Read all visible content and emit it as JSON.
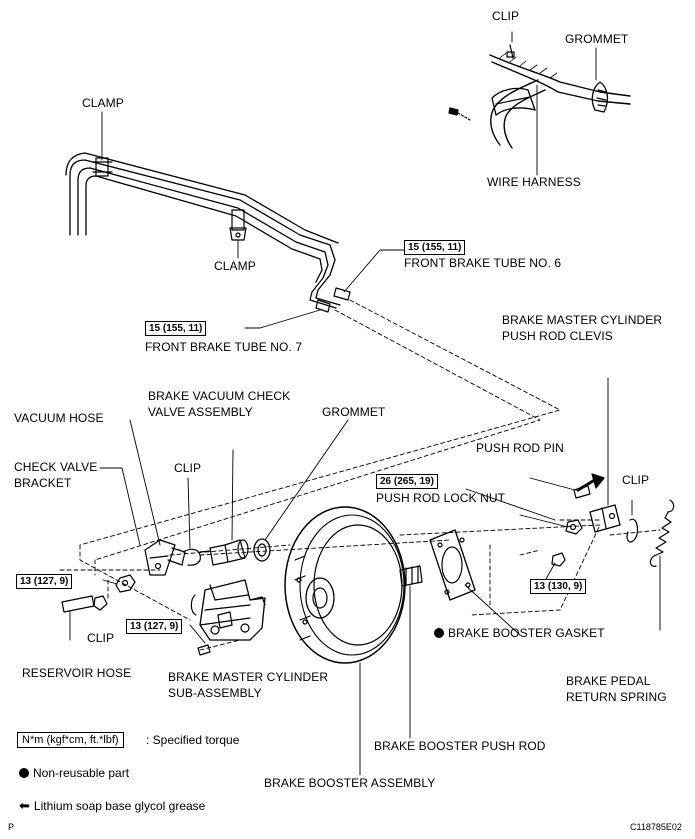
{
  "labels": {
    "clip_top": "CLIP",
    "grommet_top": "GROMMET",
    "wire_harness": "WIRE HARNESS",
    "clamp_1": "CLAMP",
    "clamp_2": "CLAMP",
    "front_brake_tube_6": "FRONT BRAKE TUBE NO. 6",
    "front_brake_tube_7": "FRONT BRAKE TUBE NO. 7",
    "push_rod_clevis_line1": "BRAKE MASTER CYLINDER",
    "push_rod_clevis_line2": "PUSH ROD CLEVIS",
    "check_valve_assy_line1": "BRAKE VACUUM CHECK",
    "check_valve_assy_line2": "VALVE ASSEMBLY",
    "vacuum_hose": "VACUUM HOSE",
    "grommet_mid": "GROMMET",
    "push_rod_pin": "PUSH ROD PIN",
    "check_valve_bracket_line1": "CHECK VALVE",
    "check_valve_bracket_line2": "BRACKET",
    "clip_mid": "CLIP",
    "push_rod_lock_nut": "PUSH ROD LOCK NUT",
    "clip_right": "CLIP",
    "clip_lower": "CLIP",
    "booster_gasket": "BRAKE BOOSTER GASKET",
    "reservoir_hose": "RESERVOIR HOSE",
    "master_cyl_line1": "BRAKE MASTER CYLINDER",
    "master_cyl_line2": "SUB-ASSEMBLY",
    "pedal_spring_line1": "BRAKE PEDAL",
    "pedal_spring_line2": "RETURN SPRING",
    "booster_push_rod": "BRAKE BOOSTER PUSH ROD",
    "booster_assy": "BRAKE BOOSTER ASSEMBLY"
  },
  "torques": {
    "tube6": "15 (155, 11)",
    "tube7": "15 (155, 11)",
    "lock_nut": "26 (265, 19)",
    "bracket_nut": "13 (127, 9)",
    "master_cyl_nut": "13 (127, 9)",
    "booster_nut": "13 (130, 9)"
  },
  "legend": {
    "torque_unit": "N*m (kgf*cm, ft.*lbf)",
    "torque_desc": ": Specified torque",
    "non_reusable": "Non-reusable part",
    "grease": "Lithium soap base glycol grease"
  },
  "footer": {
    "left_code": "P",
    "right_code": "C118785E02"
  }
}
